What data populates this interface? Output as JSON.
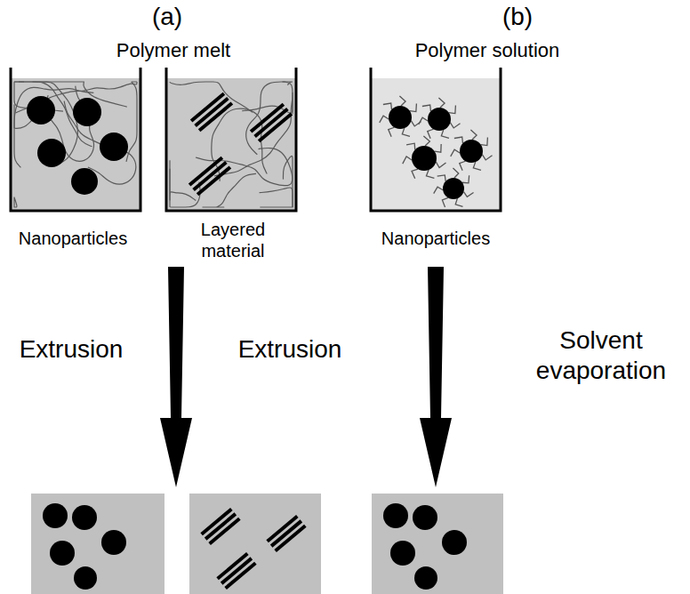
{
  "diagram": {
    "labels": [
      "(a)",
      "(b)",
      "Polymer melt",
      "Polymer solution",
      "Nanoparticles",
      "Layered material",
      "Nanoparticles",
      "Extrusion",
      "Extrusion",
      "Solvent evaporation"
    ]
  }
}
